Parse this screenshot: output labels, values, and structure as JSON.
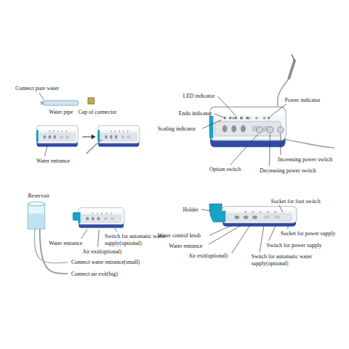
{
  "diagram": {
    "labels": [
      "Connect pure water",
      "Water pipe",
      "Cap of connector",
      "Water entrance",
      "LED indicator",
      "Power indicator",
      "Endo indicator",
      "Scaling indicator",
      "Increasing power switch",
      "Option switch",
      "Decreasing power switch",
      "Reservoir",
      "Water entrance",
      "Switch for automatic water supply(optional)",
      "Air exit(optional)",
      "Connect water entrance(small)",
      "Connect air exit(big)",
      "Holder",
      "Socket for foot switch",
      "Water control knob",
      "Socket for power supply",
      "Water entrance",
      "Switch for power supply",
      "Air exit(optional)",
      "Switch for automatic water supply(optional)"
    ]
  }
}
